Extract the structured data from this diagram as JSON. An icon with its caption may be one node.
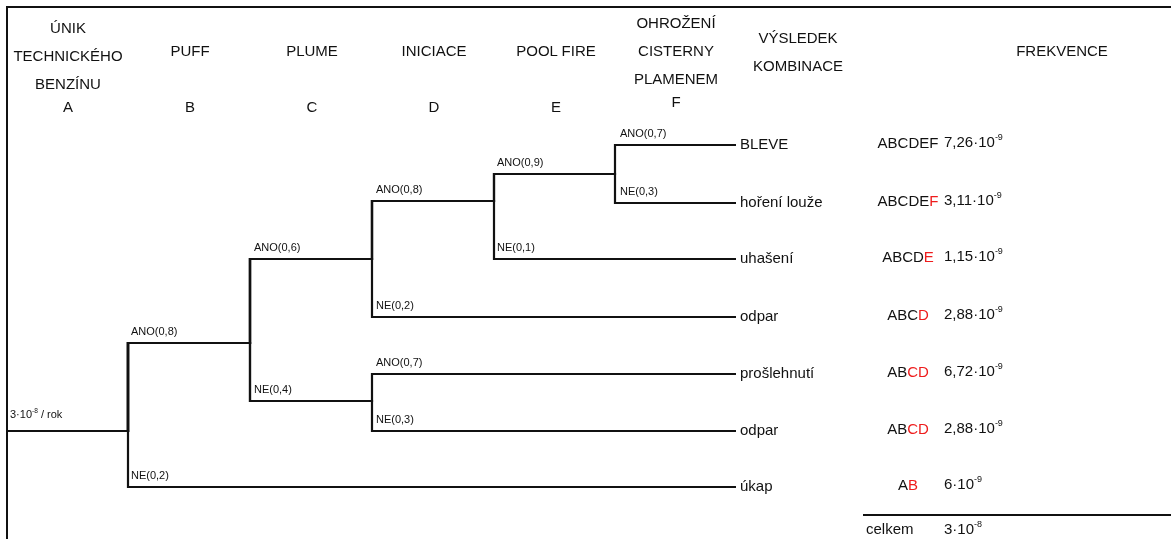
{
  "diagram": {
    "nodes": [
      {
        "text": [
          "3·10$^{-8}$ / rok"
        ]
      },
      {
        "text": [
          "BLEVE"
        ]
      },
      {
        "text": [
          "hoření louže"
        ]
      },
      {
        "text": [
          "uhašení"
        ]
      },
      {
        "text": [
          "odpar"
        ]
      },
      {
        "text": [
          "prošlehnutí"
        ]
      },
      {
        "text": [
          "odpar"
        ]
      },
      {
        "text": [
          "úkap"
        ]
      }
    ],
    "edges": [
      {
        "from": 0,
        "to": 1,
        "arrow": "none"
      },
      {
        "from": 0,
        "to": 2,
        "arrow": "none"
      },
      {
        "from": 0,
        "to": 3,
        "arrow": "none"
      },
      {
        "from": 0,
        "to": 4,
        "arrow": "none"
      },
      {
        "from": 0,
        "to": 5,
        "arrow": "none"
      },
      {
        "from": 0,
        "to": 6,
        "arrow": "none"
      },
      {
        "from": 0,
        "to": 7,
        "arrow": "none"
      }
    ],
    "labels": [
      "ÚNIK TECHNICKÉHO BENZÍNU",
      "PUFF",
      "PLUME",
      "INICIACE",
      "POOL FIRE",
      "OHROŽENÍ CISTERNY PLAMENEM",
      "VÝSLEDEK KOMBINACE",
      "FREKVENCE",
      "A",
      "B",
      "C",
      "D",
      "E",
      "F",
      "ANO(0,7)",
      "ANO(0,9)",
      "ANO(0,8)",
      "NE(0,3)",
      "ANO(0,6)",
      "NE(0,1)",
      "NE(0,2)",
      "ANO(0,8)",
      "ANO(0,7)",
      "NE(0,4)",
      "NE(0,3)",
      "NE(0,2)",
      "ABCDEF",
      "7,26·10$^{-9}$",
      "ABCDEF",
      "3,11·10$^{-9}$",
      "ABCDE",
      "1,15·10$^{-9}$",
      "ABCD",
      "2,88·10$^{-9}$",
      "ABCD",
      "6,72·10$^{-9}$",
      "ABCD",
      "2,88·10$^{-9}$",
      "AB",
      "6·10$^{-9}$",
      "celkem",
      "3·10$^{-8}$"
    ]
  }
}
